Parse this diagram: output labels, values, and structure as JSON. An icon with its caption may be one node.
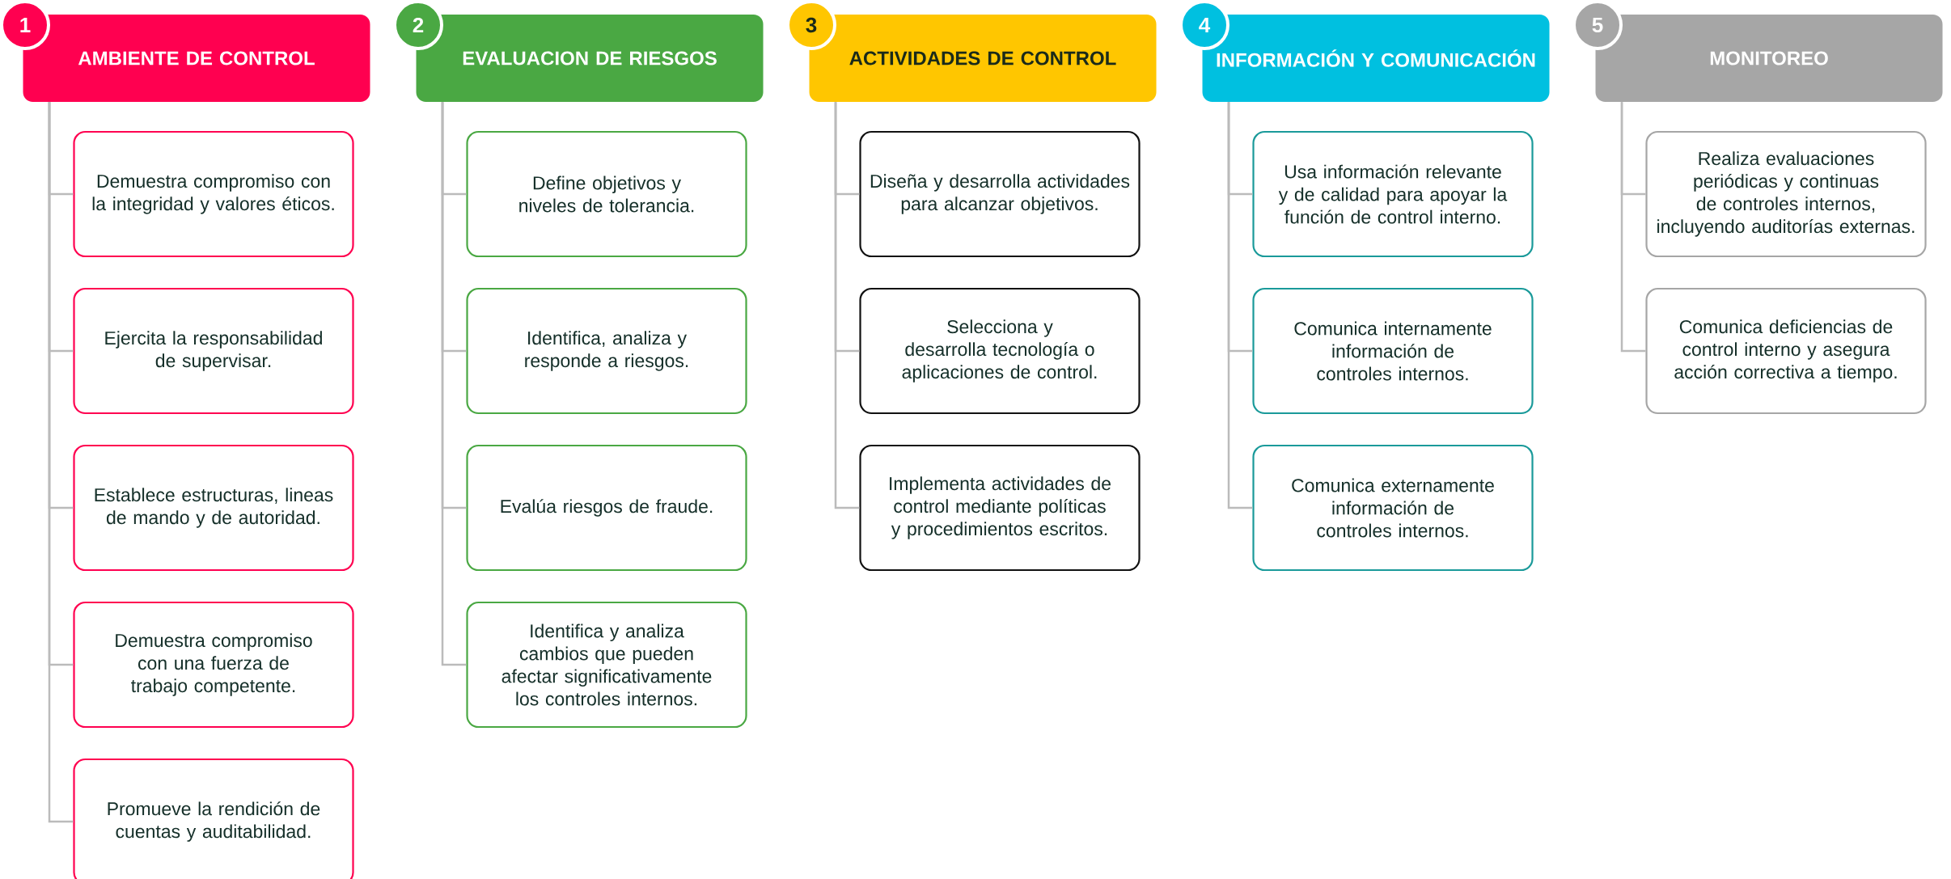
{
  "diagram": {
    "nodes": [
      {
        "text": [
          "1"
        ]
      },
      {
        "text": [
          "AMBIENTE DE CONTROL"
        ]
      },
      {
        "text": [
          "Demuestra compromiso con la integridad y valores éticos."
        ]
      },
      {
        "text": [
          "Ejercita la responsabilidad de supervisar."
        ]
      },
      {
        "text": [
          "Establece estructuras, lineas de mando y de autoridad."
        ]
      },
      {
        "text": [
          "Demuestra compromiso con una fuerza de trabajo competente."
        ]
      },
      {
        "text": [
          "Promueve la rendición de cuentas y auditabilidad."
        ]
      },
      {
        "text": [
          "2"
        ]
      },
      {
        "text": [
          "EVALUACION DE RIESGOS"
        ]
      },
      {
        "text": [
          "Define objetivos y niveles de tolerancia."
        ]
      },
      {
        "text": [
          "Identifica, analiza y responde a riesgos."
        ]
      },
      {
        "text": [
          "Evalúa riesgos de fraude."
        ]
      },
      {
        "text": [
          "Identifica y analiza cambios que pueden afectar significativamente los controles internos."
        ]
      },
      {
        "text": [
          "3"
        ]
      },
      {
        "text": [
          "ACTIVIDADES DE CONTROL"
        ]
      },
      {
        "text": [
          "Diseña y desarrolla actividades para alcanzar objetivos."
        ]
      },
      {
        "text": [
          "Selecciona y desarrolla tecnología o aplicaciones de control."
        ]
      },
      {
        "text": [
          "Implementa actividades de control mediante políticas y procedimientos escritos."
        ]
      },
      {
        "text": [
          "4"
        ]
      },
      {
        "text": [
          "INFORMACIÓN Y COMUNICACIÓN"
        ]
      },
      {
        "text": [
          "Usa información relevante y de calidad para apoyar la función de control interno."
        ]
      },
      {
        "text": [
          "Comunica internamente información de controles internos."
        ]
      },
      {
        "text": [
          "Comunica externamente información de controles internos."
        ]
      },
      {
        "text": [
          "5"
        ]
      },
      {
        "text": [
          "MONITOREO"
        ]
      },
      {
        "text": [
          "Realiza evaluaciones periódicas y continuas de controles internos, incluyendo auditorías externas."
        ]
      },
      {
        "text": [
          "Comunica deficiencias de control interno y asegura acción correctiva a tiempo."
        ]
      }
    ],
    "edges": [
      {
        "from": 1,
        "to": 2,
        "arrow": "none"
      },
      {
        "from": 1,
        "to": 3,
        "arrow": "none"
      },
      {
        "from": 1,
        "to": 4,
        "arrow": "none"
      },
      {
        "from": 1,
        "to": 5,
        "arrow": "none"
      },
      {
        "from": 1,
        "to": 6,
        "arrow": "none"
      },
      {
        "from": 8,
        "to": 9,
        "arrow": "none"
      },
      {
        "from": 8,
        "to": 10,
        "arrow": "none"
      },
      {
        "from": 8,
        "to": 11,
        "arrow": "none"
      },
      {
        "from": 8,
        "to": 12,
        "arrow": "none"
      },
      {
        "from": 14,
        "to": 15,
        "arrow": "none"
      },
      {
        "from": 14,
        "to": 16,
        "arrow": "none"
      },
      {
        "from": 14,
        "to": 17,
        "arrow": "none"
      },
      {
        "from": 19,
        "to": 20,
        "arrow": "none"
      },
      {
        "from": 19,
        "to": 21,
        "arrow": "none"
      },
      {
        "from": 19,
        "to": 22,
        "arrow": "none"
      },
      {
        "from": 24,
        "to": 25,
        "arrow": "none"
      },
      {
        "from": 24,
        "to": 26,
        "arrow": "none"
      }
    ]
  }
}
